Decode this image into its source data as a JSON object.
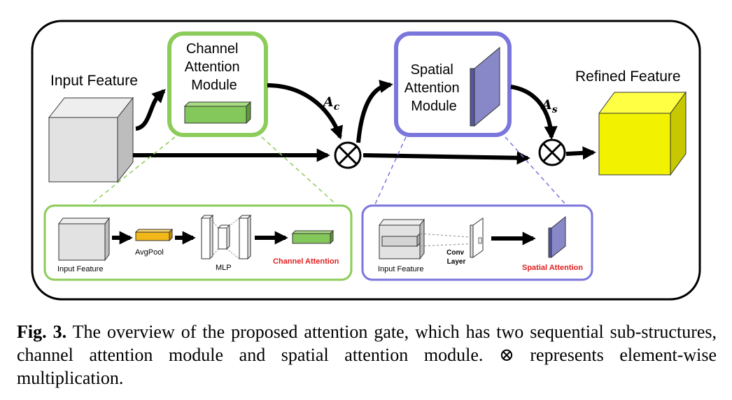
{
  "diagram": {
    "input_feature": "Input Feature",
    "channel_module": [
      "Channel",
      "Attention",
      "Module"
    ],
    "spatial_module": [
      "Spatial",
      "Attention",
      "Module"
    ],
    "refined_feature": "Refined Feature",
    "ac_label": "A",
    "ac_sub": "c",
    "as_label": "A",
    "as_sub": "s",
    "multiply_symbol": "⊗",
    "channel_detail": {
      "input_feature": "Input Feature",
      "avgpool": "AvgPool",
      "mlp": "MLP",
      "output": "Channel Attention"
    },
    "spatial_detail": {
      "input_feature": "Input Feature",
      "conv_layer": [
        "Conv",
        "Layer"
      ],
      "output": "Spatial Attention"
    },
    "colors": {
      "green": "#8ccc5a",
      "green_fill": "#84c85c",
      "purple": "#7b76dc",
      "purple_fill": "#8888c8",
      "yellow": "#f2f200",
      "orange": "#f2b81a",
      "red": "#e02020"
    }
  },
  "caption": {
    "fig_label": "Fig. 3.",
    "text": "The overview of the proposed attention gate, which has two sequential sub-structures, channel attention module and spatial attention module. ⊗ represents element-wise multiplication."
  }
}
